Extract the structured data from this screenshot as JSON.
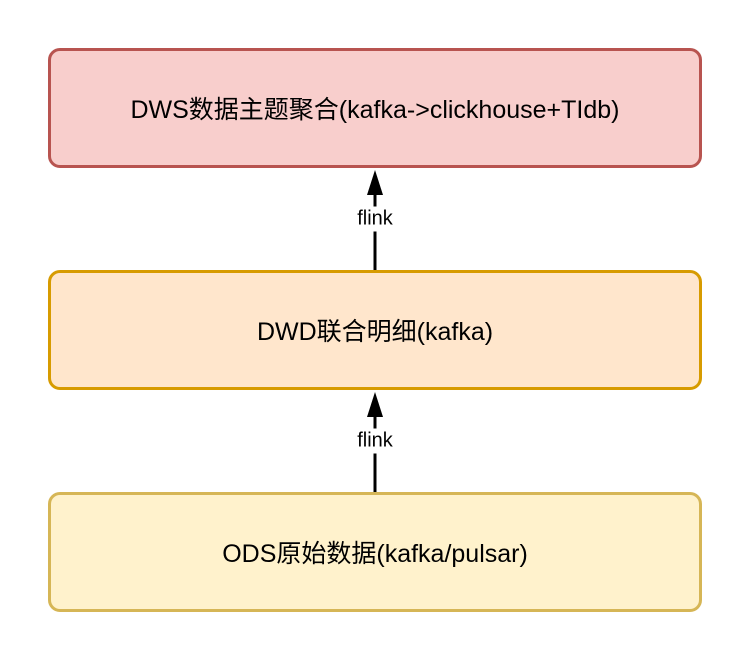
{
  "diagram": {
    "background": "#ffffff",
    "text_color": "#000000",
    "arrow_color": "#000000",
    "nodes": [
      {
        "id": "dws",
        "label": "DWS数据主题聚合(kafka->clickhouse+TIdb)",
        "fill": "#f8cecc",
        "stroke": "#b85450"
      },
      {
        "id": "dwd",
        "label": "DWD联合明细(kafka)",
        "fill": "#ffe6cc",
        "stroke": "#d79b00"
      },
      {
        "id": "ods",
        "label": "ODS原始数据(kafka/pulsar)",
        "fill": "#fff2cc",
        "stroke": "#d6b656"
      }
    ],
    "edges": [
      {
        "from": "dwd",
        "to": "dws",
        "label": "flink"
      },
      {
        "from": "ods",
        "to": "dwd",
        "label": "flink"
      }
    ]
  }
}
